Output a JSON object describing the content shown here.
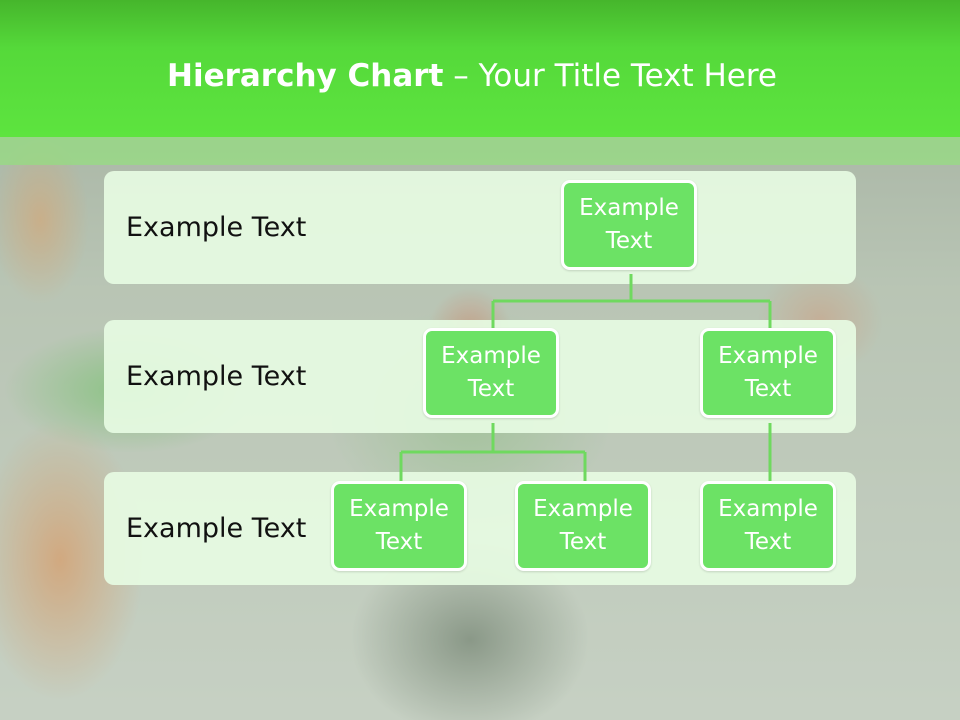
{
  "slide": {
    "title_bold": "Hierarchy Chart",
    "title_rest": " – Your Title Text Here"
  },
  "levels": [
    {
      "label": "Example Text"
    },
    {
      "label": "Example Text"
    },
    {
      "label": "Example Text"
    }
  ],
  "nodes": {
    "root": "Example Text",
    "level2_left": "Example Text",
    "level2_right": "Example Text",
    "level3_left": "Example Text",
    "level3_middle": "Example Text",
    "level3_right": "Example Text"
  },
  "colors": {
    "header": "#5de43f",
    "node_fill": "#6ce265",
    "connector": "#6fd95f",
    "band": "#e6fbe2"
  }
}
